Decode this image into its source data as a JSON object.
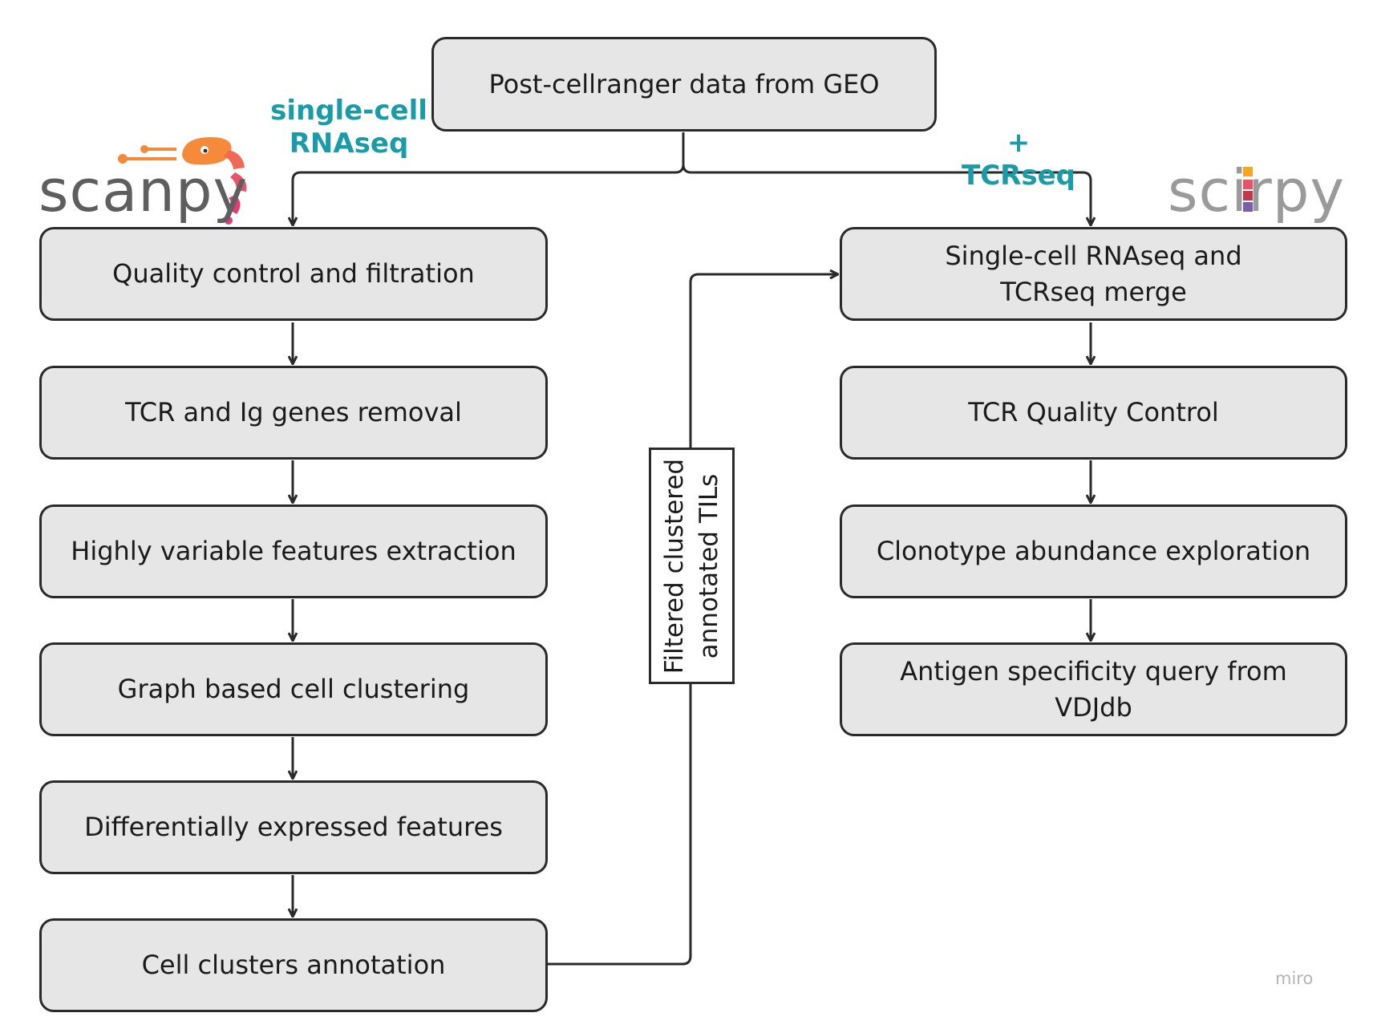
{
  "nodes": {
    "source": "Post-cellranger data from GEO",
    "qc": "Quality control and filtration",
    "tcr_ig": "TCR and Ig genes removal",
    "hvf": "Highly variable features extraction",
    "clustering": "Graph based cell clustering",
    "de": "Differentially expressed features",
    "annotation": "Cell clusters annotation",
    "merge_line1": "Single-cell RNAseq and",
    "merge_line2": "TCRseq merge",
    "tcr_qc": "TCR Quality Control",
    "clonotype": "Clonotype abundance exploration",
    "antigen_line1": "Antigen specificity query from",
    "antigen_line2": "VDJdb"
  },
  "edge_labels": {
    "left_line1": "single-cell",
    "left_line2": "RNAseq",
    "right": "+ TCRseq",
    "transfer_line1": "Filtered clustered",
    "transfer_line2": "annotated TILs"
  },
  "logos": {
    "scanpy": "scanpy",
    "scirpy": "scirpy"
  },
  "watermark": "miro",
  "colors": {
    "node_fill": "#e6e6e6",
    "stroke": "#2a2a2a",
    "edge_label": "#1a9ba8",
    "scanpy_orange": "#f58a3a",
    "scanpy_pink": "#e23c73",
    "scirpy_text": "#9a9a9a"
  }
}
